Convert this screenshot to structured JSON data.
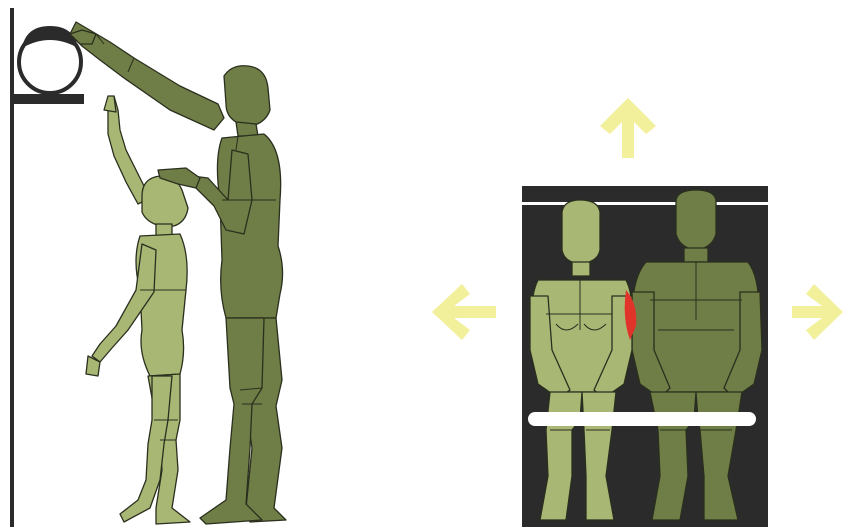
{
  "scene": {
    "left_panel": {
      "description_icons": [
        "wall-line-icon",
        "ceiling-lamp-icon",
        "lamp-shelf-icon"
      ],
      "figures": [
        "tall-figure-reaching-lamp",
        "short-figure-reaching-up"
      ]
    },
    "right_panel": {
      "description_icons": [
        "arrow-up-icon",
        "arrow-left-icon",
        "arrow-right-icon"
      ],
      "figures": [
        "seated-figure-female",
        "seated-figure-male"
      ],
      "highlight": "shoulder-overlap-red"
    }
  },
  "colors": {
    "light_figure": "#a9b775",
    "dark_figure": "#6f7d46",
    "outline": "#2a2f1e",
    "arrow": "#f2f09a",
    "panel_bg": "#2b2b2b",
    "wall": "#2b2b2b",
    "bench": "#ffffff",
    "overlap_highlight": "#e0342a"
  }
}
